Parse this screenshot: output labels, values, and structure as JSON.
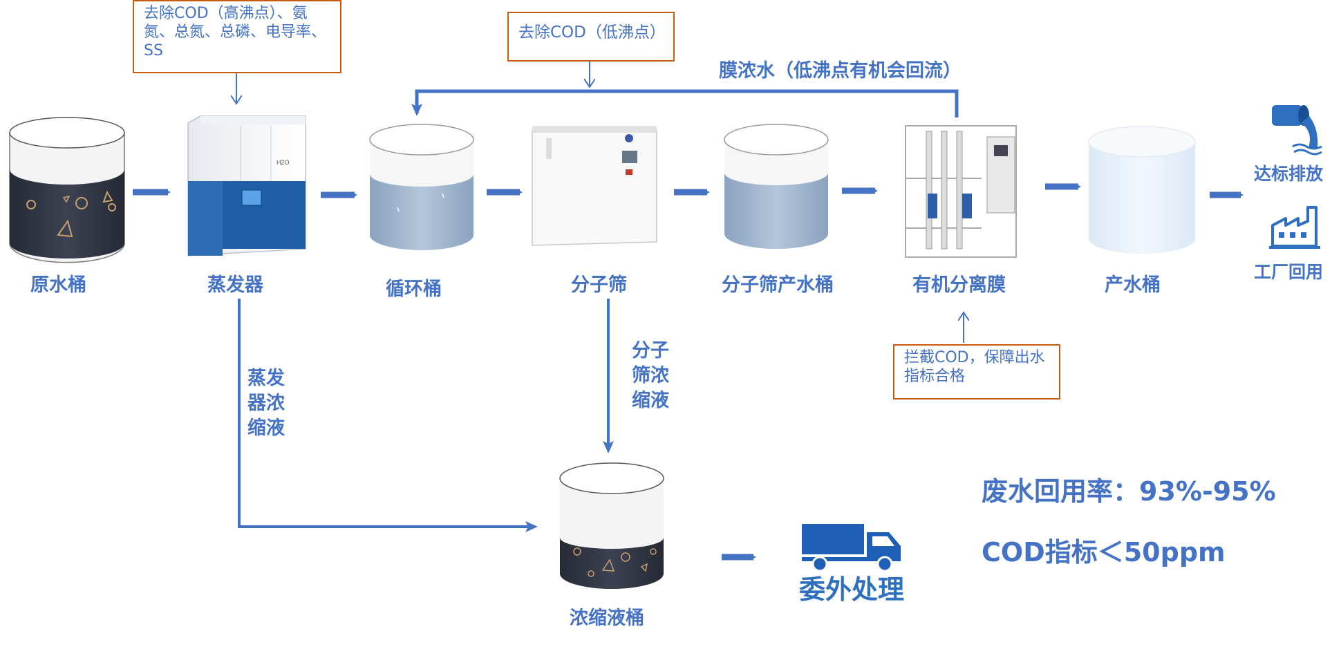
{
  "stages": {
    "raw_tank": "原水桶",
    "evaporator": "蒸发器",
    "circulation_tank": "循环桶",
    "molecular_sieve": "分子筛",
    "sieve_product_tank": "分子筛产水桶",
    "organic_membrane": "有机分离膜",
    "product_tank": "产水桶",
    "concentrate_tank": "浓缩液桶"
  },
  "notes": {
    "evaporator_note": "去除COD（高沸点）、氨氮、总氮、总磷、电导率、SS",
    "sieve_note": "去除COD（低沸点）",
    "membrane_note": "拦截COD，保障出水指标合格"
  },
  "flows": {
    "reflux": "膜浓水（低沸点有机会回流）",
    "evap_concentrate": "蒸发器浓缩液",
    "sieve_concentrate": "分子筛浓缩液"
  },
  "outputs": {
    "discharge": "达标排放",
    "reuse": "工厂回用",
    "outsourcing": "委外处理"
  },
  "stats": {
    "recovery": "废水回用率：93%-95%",
    "cod": "COD指标＜50ppm"
  },
  "colors": {
    "accent_blue": "#4472c4",
    "note_border": "#c55a11",
    "dark_liquid": "#2f3442",
    "clear_liquid": "#9db3cc"
  },
  "icons": [
    "pipe-discharge-icon",
    "factory-icon",
    "truck-icon"
  ]
}
